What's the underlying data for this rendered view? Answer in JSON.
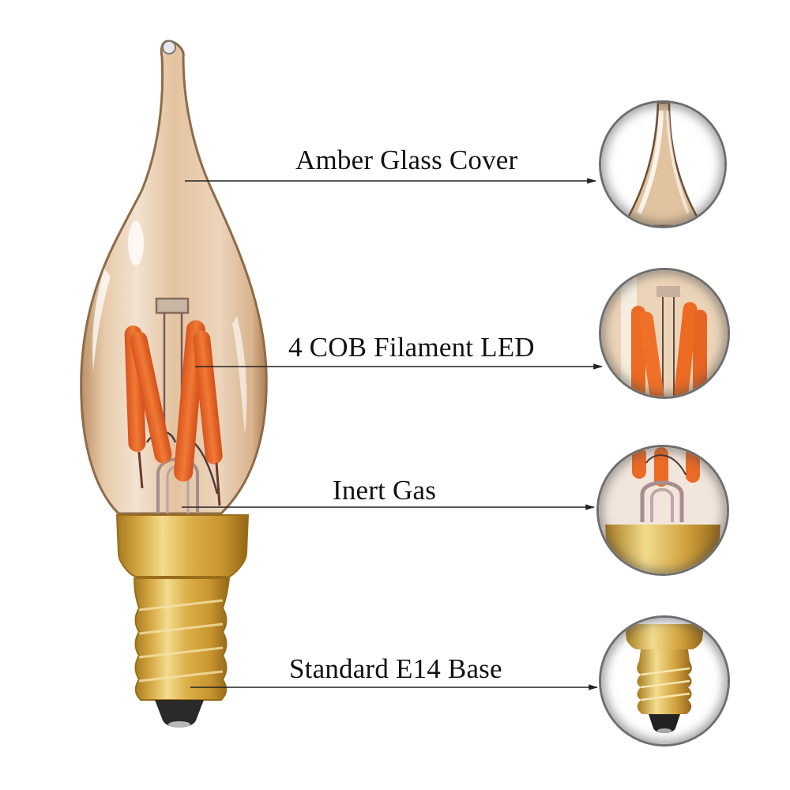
{
  "product": {
    "type": "Candle flame tip LED filament bulb",
    "glass_color": "#d9b48c",
    "filament_color": "#e86a2a",
    "base_color": "#d4a437"
  },
  "callouts": [
    {
      "id": "glass",
      "label": "Amber Glass Cover",
      "inset_icon": "glass-tip-closeup"
    },
    {
      "id": "filament",
      "label": "4 COB Filament LED",
      "inset_icon": "filament-closeup"
    },
    {
      "id": "gas",
      "label": "Inert Gas",
      "inset_icon": "stem-and-collar-closeup"
    },
    {
      "id": "base",
      "label": "Standard E14 Base",
      "inset_icon": "screw-base-closeup"
    }
  ],
  "colors": {
    "text": "#111111",
    "leader_line": "#222222",
    "inset_ring": "#6e6e6e",
    "background": "#ffffff"
  }
}
